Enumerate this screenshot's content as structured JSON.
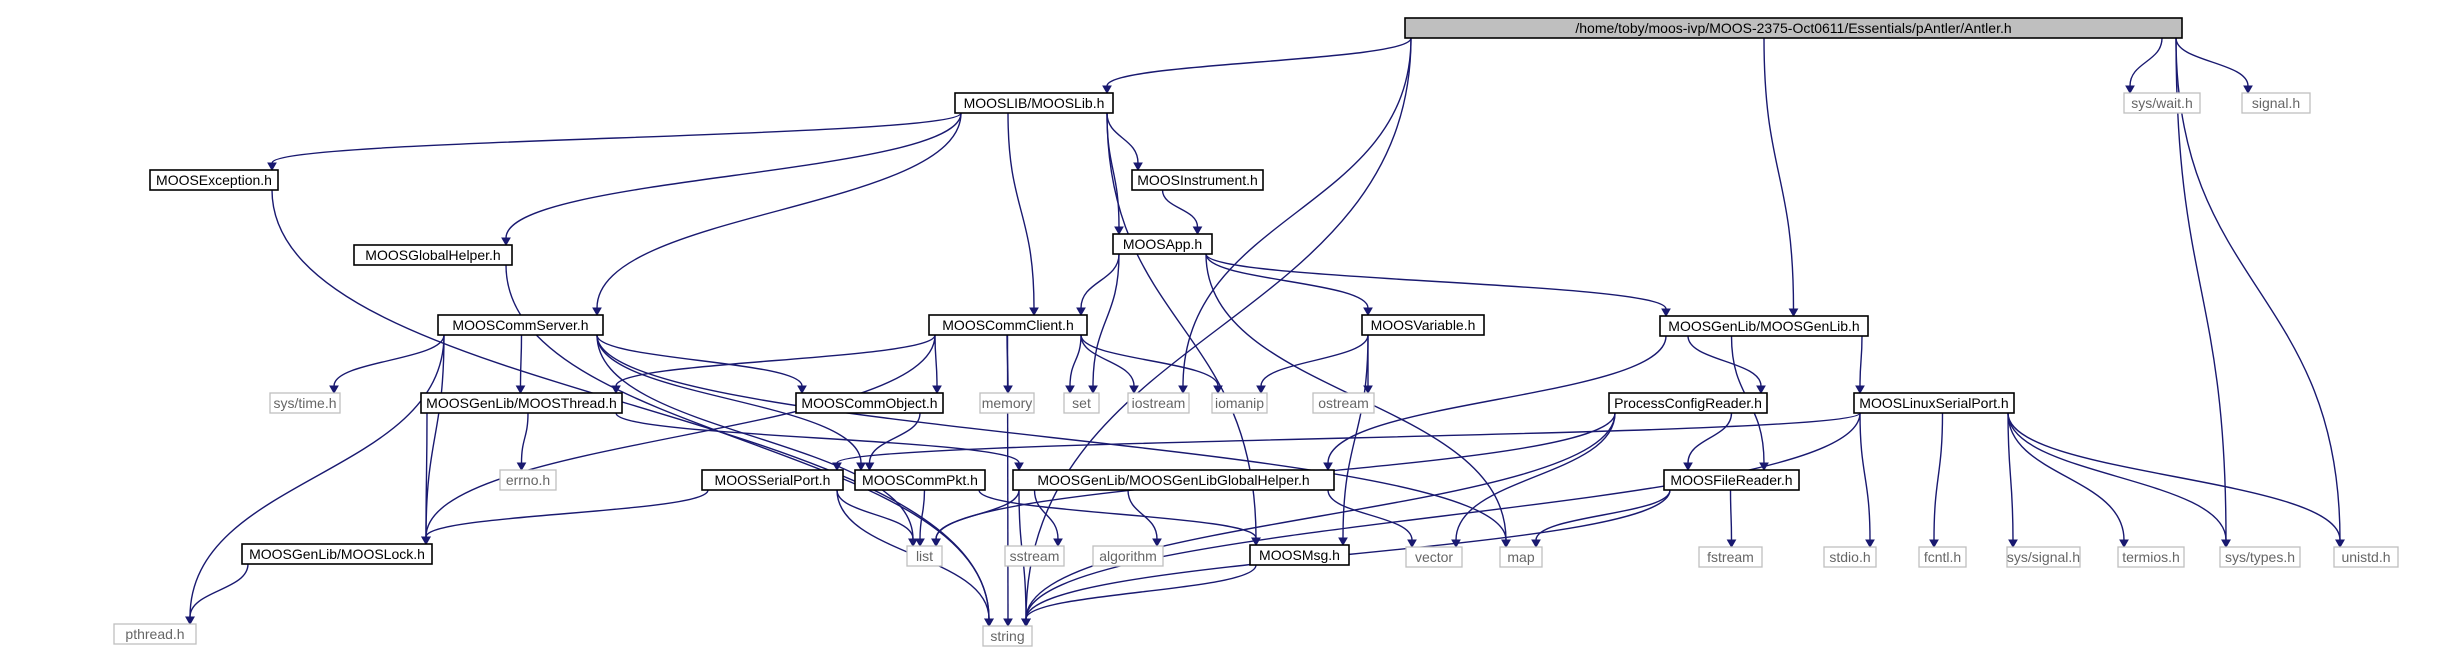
{
  "diagram": {
    "nodes": [
      {
        "id": "antler",
        "label": "/home/toby/moos-ivp/MOOS-2375-Oct0611/Essentials/pAntler/Antler.h",
        "kind": "root"
      },
      {
        "id": "mooslib",
        "label": "MOOSLIB/MOOSLib.h",
        "kind": "project"
      },
      {
        "id": "syswait",
        "label": "sys/wait.h",
        "kind": "system"
      },
      {
        "id": "signal",
        "label": "signal.h",
        "kind": "system"
      },
      {
        "id": "moosexc",
        "label": "MOOSException.h",
        "kind": "project"
      },
      {
        "id": "moosinstr",
        "label": "MOOSInstrument.h",
        "kind": "project"
      },
      {
        "id": "moosglobal",
        "label": "MOOSGlobalHelper.h",
        "kind": "project"
      },
      {
        "id": "moosapp",
        "label": "MOOSApp.h",
        "kind": "project"
      },
      {
        "id": "moosgenlib",
        "label": "MOOSGenLib/MOOSGenLib.h",
        "kind": "project"
      },
      {
        "id": "commserver",
        "label": "MOOSCommServer.h",
        "kind": "project"
      },
      {
        "id": "commclient",
        "label": "MOOSCommClient.h",
        "kind": "project"
      },
      {
        "id": "moosvar",
        "label": "MOOSVariable.h",
        "kind": "project"
      },
      {
        "id": "systime",
        "label": "sys/time.h",
        "kind": "system"
      },
      {
        "id": "thread",
        "label": "MOOSGenLib/MOOSThread.h",
        "kind": "project"
      },
      {
        "id": "commobj",
        "label": "MOOSCommObject.h",
        "kind": "project"
      },
      {
        "id": "memory",
        "label": "memory",
        "kind": "system"
      },
      {
        "id": "set",
        "label": "set",
        "kind": "system"
      },
      {
        "id": "iostream",
        "label": "iostream",
        "kind": "system"
      },
      {
        "id": "iomanip",
        "label": "iomanip",
        "kind": "system"
      },
      {
        "id": "ostream",
        "label": "ostream",
        "kind": "system"
      },
      {
        "id": "pcr",
        "label": "ProcessConfigReader.h",
        "kind": "project"
      },
      {
        "id": "linuxserial",
        "label": "MOOSLinuxSerialPort.h",
        "kind": "project"
      },
      {
        "id": "errno",
        "label": "errno.h",
        "kind": "system"
      },
      {
        "id": "serialport",
        "label": "MOOSSerialPort.h",
        "kind": "project"
      },
      {
        "id": "commpkt",
        "label": "MOOSCommPkt.h",
        "kind": "project"
      },
      {
        "id": "genlibglobal",
        "label": "MOOSGenLib/MOOSGenLibGlobalHelper.h",
        "kind": "project"
      },
      {
        "id": "filereader",
        "label": "MOOSFileReader.h",
        "kind": "project"
      },
      {
        "id": "stdio",
        "label": "stdio.h",
        "kind": "system"
      },
      {
        "id": "fcntl",
        "label": "fcntl.h",
        "kind": "system"
      },
      {
        "id": "syssignal",
        "label": "sys/signal.h",
        "kind": "system"
      },
      {
        "id": "termios",
        "label": "termios.h",
        "kind": "system"
      },
      {
        "id": "systypes",
        "label": "sys/types.h",
        "kind": "system"
      },
      {
        "id": "unistd",
        "label": "unistd.h",
        "kind": "system"
      },
      {
        "id": "mooslock",
        "label": "MOOSGenLib/MOOSLock.h",
        "kind": "project"
      },
      {
        "id": "list",
        "label": "list",
        "kind": "system"
      },
      {
        "id": "sstream",
        "label": "sstream",
        "kind": "system"
      },
      {
        "id": "algorithm",
        "label": "algorithm",
        "kind": "system"
      },
      {
        "id": "moosmsg",
        "label": "MOOSMsg.h",
        "kind": "project"
      },
      {
        "id": "vector",
        "label": "vector",
        "kind": "system"
      },
      {
        "id": "map",
        "label": "map",
        "kind": "system"
      },
      {
        "id": "fstream",
        "label": "fstream",
        "kind": "system"
      },
      {
        "id": "pthread",
        "label": "pthread.h",
        "kind": "system"
      },
      {
        "id": "string",
        "label": "string",
        "kind": "system"
      }
    ],
    "edges": [
      [
        "antler",
        "mooslib"
      ],
      [
        "antler",
        "syswait"
      ],
      [
        "antler",
        "signal"
      ],
      [
        "antler",
        "moosgenlib"
      ],
      [
        "antler",
        "iostream"
      ],
      [
        "antler",
        "string"
      ],
      [
        "antler",
        "systypes"
      ],
      [
        "antler",
        "unistd"
      ],
      [
        "mooslib",
        "moosexc"
      ],
      [
        "mooslib",
        "moosinstr"
      ],
      [
        "mooslib",
        "moosglobal"
      ],
      [
        "mooslib",
        "moosapp"
      ],
      [
        "mooslib",
        "commserver"
      ],
      [
        "mooslib",
        "commclient"
      ],
      [
        "mooslib",
        "moosmsg"
      ],
      [
        "moosexc",
        "string"
      ],
      [
        "moosglobal",
        "string"
      ],
      [
        "moosinstr",
        "moosapp"
      ],
      [
        "moosapp",
        "commclient"
      ],
      [
        "moosapp",
        "moosvar"
      ],
      [
        "moosapp",
        "moosgenlib"
      ],
      [
        "moosapp",
        "set"
      ],
      [
        "moosapp",
        "map"
      ],
      [
        "commserver",
        "thread"
      ],
      [
        "commserver",
        "commobj"
      ],
      [
        "commserver",
        "systime"
      ],
      [
        "commserver",
        "mooslock"
      ],
      [
        "commserver",
        "list"
      ],
      [
        "commserver",
        "pthread"
      ],
      [
        "commserver",
        "commpkt"
      ],
      [
        "commserver",
        "map"
      ],
      [
        "commclient",
        "thread"
      ],
      [
        "commclient",
        "commobj"
      ],
      [
        "commclient",
        "memory"
      ],
      [
        "commclient",
        "set"
      ],
      [
        "commclient",
        "iostream"
      ],
      [
        "commclient",
        "iomanip"
      ],
      [
        "commclient",
        "string"
      ],
      [
        "commclient",
        "mooslock"
      ],
      [
        "moosvar",
        "iomanip"
      ],
      [
        "moosvar",
        "ostream"
      ],
      [
        "moosvar",
        "moosmsg"
      ],
      [
        "moosgenlib",
        "pcr"
      ],
      [
        "moosgenlib",
        "linuxserial"
      ],
      [
        "moosgenlib",
        "genlibglobal"
      ],
      [
        "moosgenlib",
        "filereader"
      ],
      [
        "thread",
        "errno"
      ],
      [
        "thread",
        "mooslock"
      ],
      [
        "thread",
        "genlibglobal"
      ],
      [
        "commobj",
        "commpkt"
      ],
      [
        "pcr",
        "filereader"
      ],
      [
        "pcr",
        "vector"
      ],
      [
        "pcr",
        "string"
      ],
      [
        "pcr",
        "list"
      ],
      [
        "linuxserial",
        "serialport"
      ],
      [
        "linuxserial",
        "stdio"
      ],
      [
        "linuxserial",
        "fcntl"
      ],
      [
        "linuxserial",
        "syssignal"
      ],
      [
        "linuxserial",
        "termios"
      ],
      [
        "linuxserial",
        "systypes"
      ],
      [
        "linuxserial",
        "unistd"
      ],
      [
        "linuxserial",
        "string"
      ],
      [
        "serialport",
        "mooslock"
      ],
      [
        "serialport",
        "list"
      ],
      [
        "serialport",
        "string"
      ],
      [
        "commpkt",
        "list"
      ],
      [
        "commpkt",
        "moosmsg"
      ],
      [
        "genlibglobal",
        "list"
      ],
      [
        "genlibglobal",
        "sstream"
      ],
      [
        "genlibglobal",
        "algorithm"
      ],
      [
        "genlibglobal",
        "string"
      ],
      [
        "genlibglobal",
        "vector"
      ],
      [
        "filereader",
        "map"
      ],
      [
        "filereader",
        "fstream"
      ],
      [
        "filereader",
        "string"
      ],
      [
        "mooslock",
        "pthread"
      ],
      [
        "moosmsg",
        "string"
      ]
    ]
  }
}
